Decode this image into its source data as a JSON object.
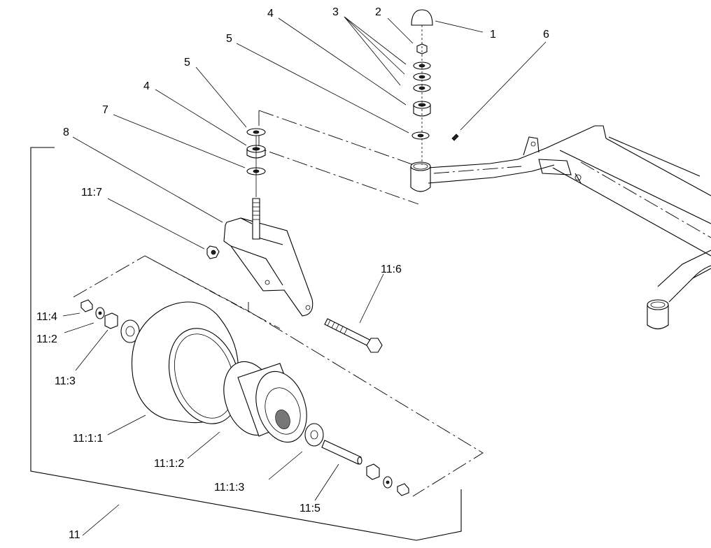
{
  "callouts": [
    {
      "id": "c1",
      "text": "1"
    },
    {
      "id": "c2",
      "text": "2"
    },
    {
      "id": "c3",
      "text": "3"
    },
    {
      "id": "c4a",
      "text": "4"
    },
    {
      "id": "c5a",
      "text": "5"
    },
    {
      "id": "c6",
      "text": "6"
    },
    {
      "id": "c5b",
      "text": "5"
    },
    {
      "id": "c4b",
      "text": "4"
    },
    {
      "id": "c7",
      "text": "7"
    },
    {
      "id": "c8",
      "text": "8"
    },
    {
      "id": "c11_7",
      "text": "11:7"
    },
    {
      "id": "c11_6",
      "text": "11:6"
    },
    {
      "id": "c11_4",
      "text": "11:4"
    },
    {
      "id": "c11_2",
      "text": "11:2"
    },
    {
      "id": "c11_3",
      "text": "11:3"
    },
    {
      "id": "c11_1_1",
      "text": "11:1:1"
    },
    {
      "id": "c11_1_2",
      "text": "11:1:2"
    },
    {
      "id": "c11_1_3",
      "text": "11:1:3"
    },
    {
      "id": "c11_5",
      "text": "11:5"
    },
    {
      "id": "c11",
      "text": "11"
    }
  ]
}
